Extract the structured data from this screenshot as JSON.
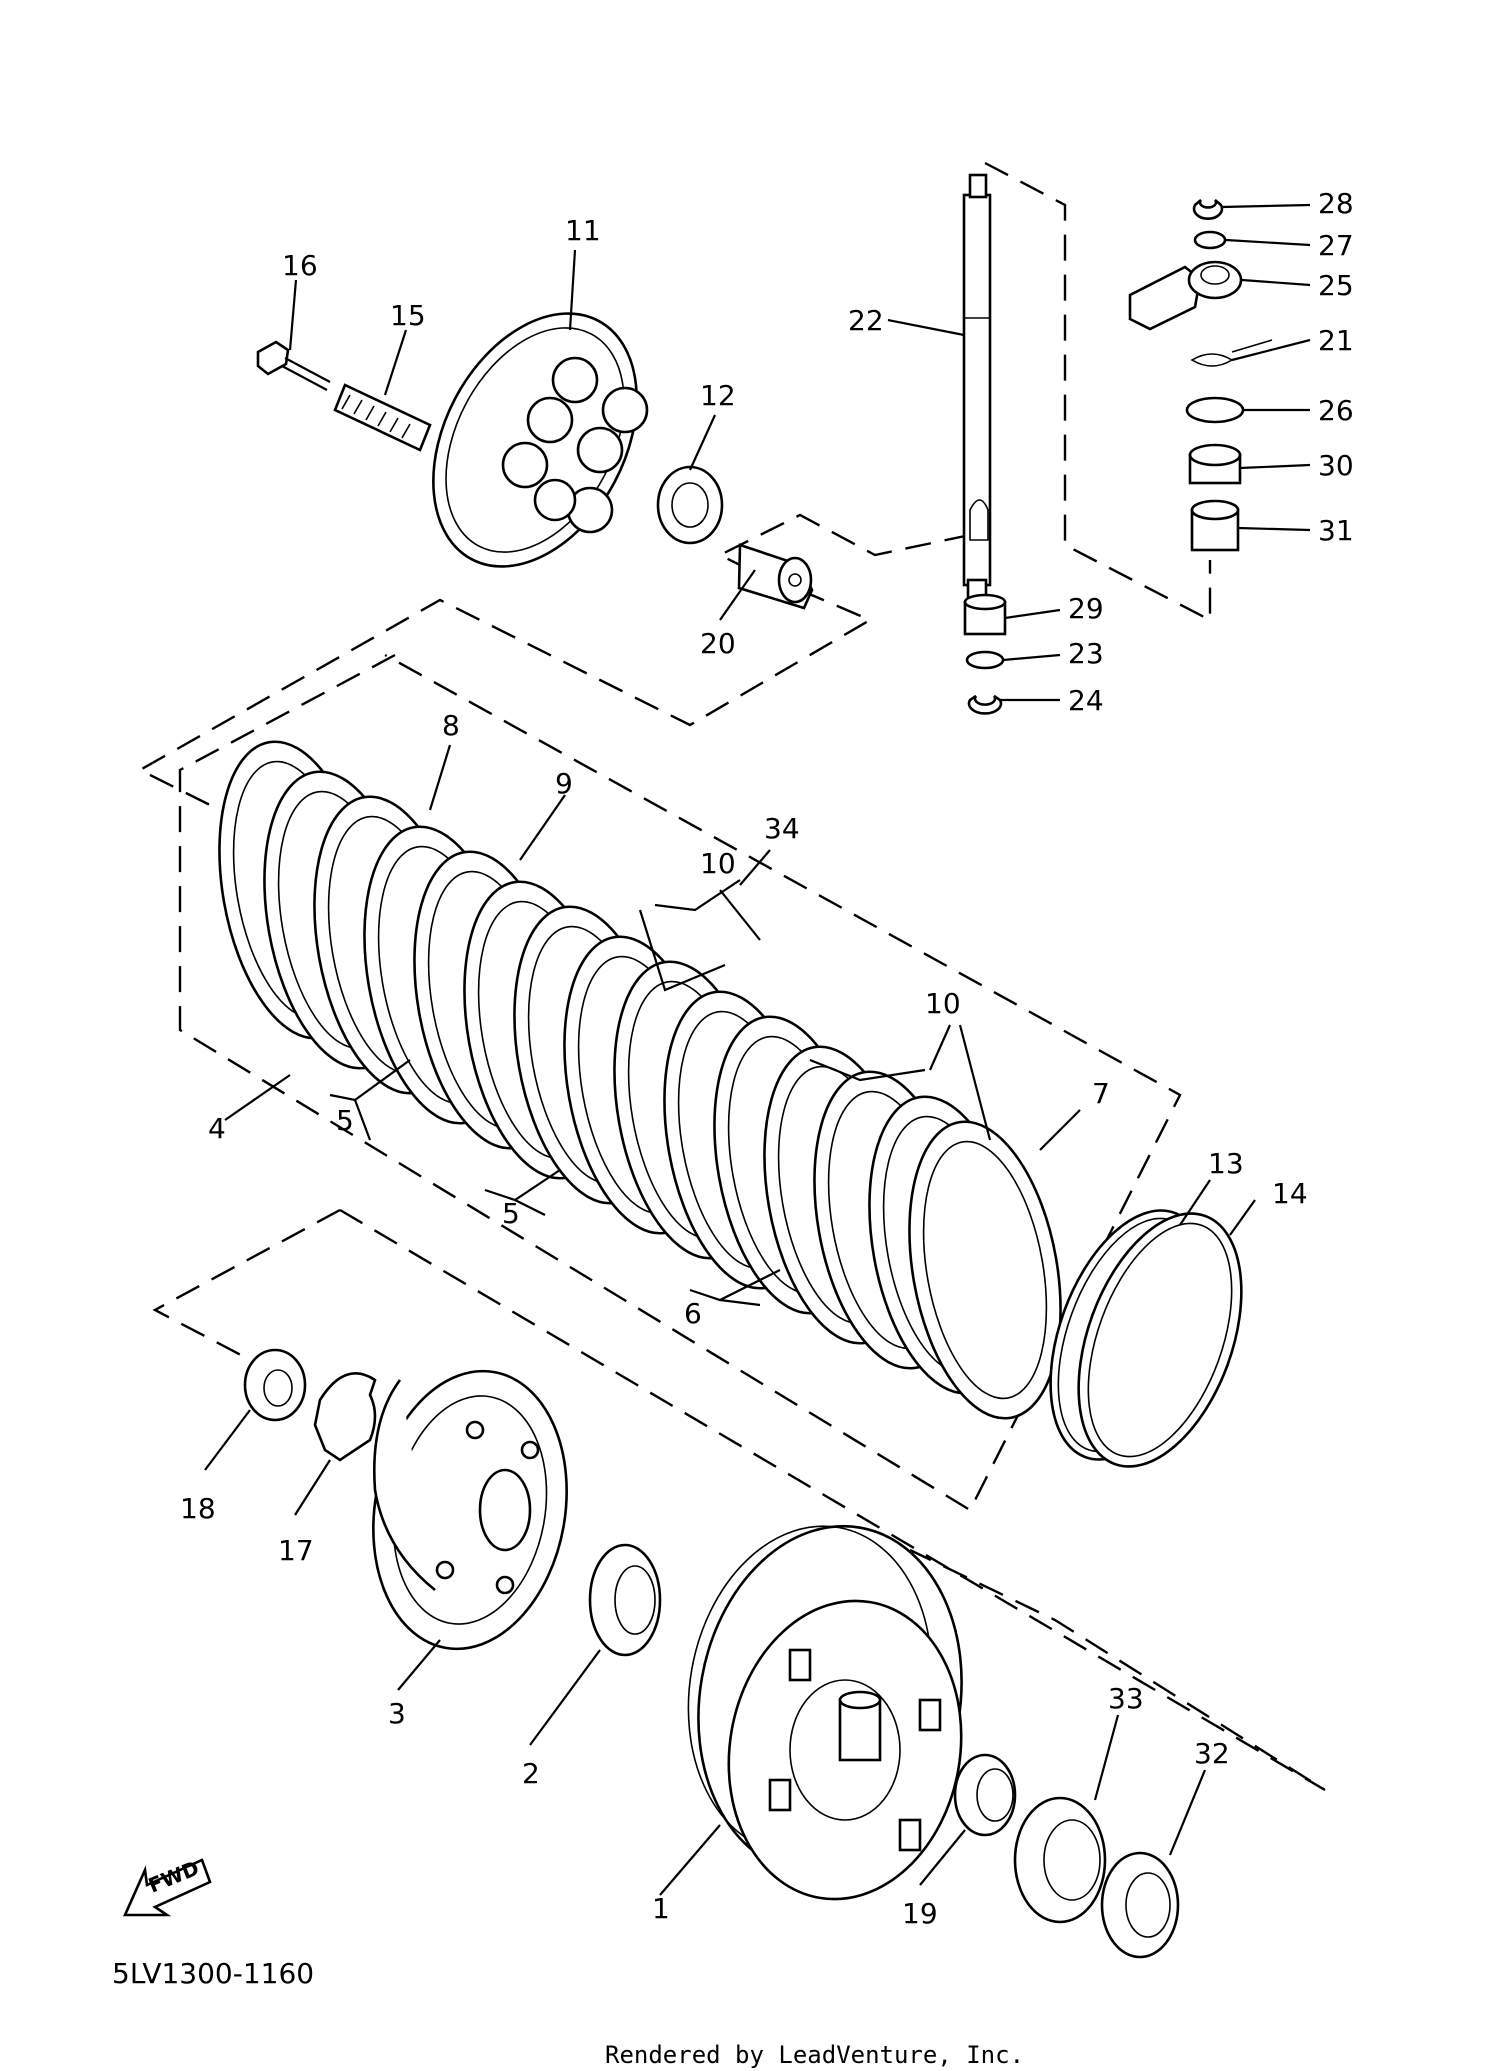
{
  "diagram_code": "5LV1300-1160",
  "credit": "Rendered by LeadVenture, Inc.",
  "fwd_label": "FWD",
  "callouts": [
    {
      "id": "c1",
      "text": "1"
    },
    {
      "id": "c2",
      "text": "2"
    },
    {
      "id": "c3",
      "text": "3"
    },
    {
      "id": "c4",
      "text": "4"
    },
    {
      "id": "c5a",
      "text": "5"
    },
    {
      "id": "c5b",
      "text": "5"
    },
    {
      "id": "c6",
      "text": "6"
    },
    {
      "id": "c7",
      "text": "7"
    },
    {
      "id": "c8",
      "text": "8"
    },
    {
      "id": "c9",
      "text": "9"
    },
    {
      "id": "c10a",
      "text": "10"
    },
    {
      "id": "c10b",
      "text": "10"
    },
    {
      "id": "c11",
      "text": "11"
    },
    {
      "id": "c12",
      "text": "12"
    },
    {
      "id": "c13",
      "text": "13"
    },
    {
      "id": "c14",
      "text": "14"
    },
    {
      "id": "c15",
      "text": "15"
    },
    {
      "id": "c16",
      "text": "16"
    },
    {
      "id": "c17",
      "text": "17"
    },
    {
      "id": "c18",
      "text": "18"
    },
    {
      "id": "c19",
      "text": "19"
    },
    {
      "id": "c20",
      "text": "20"
    },
    {
      "id": "c21",
      "text": "21"
    },
    {
      "id": "c22",
      "text": "22"
    },
    {
      "id": "c23",
      "text": "23"
    },
    {
      "id": "c24",
      "text": "24"
    },
    {
      "id": "c25",
      "text": "25"
    },
    {
      "id": "c26",
      "text": "26"
    },
    {
      "id": "c27",
      "text": "27"
    },
    {
      "id": "c28",
      "text": "28"
    },
    {
      "id": "c29",
      "text": "29"
    },
    {
      "id": "c30",
      "text": "30"
    },
    {
      "id": "c31",
      "text": "31"
    },
    {
      "id": "c32",
      "text": "32"
    },
    {
      "id": "c33",
      "text": "33"
    },
    {
      "id": "c34",
      "text": "34"
    }
  ]
}
